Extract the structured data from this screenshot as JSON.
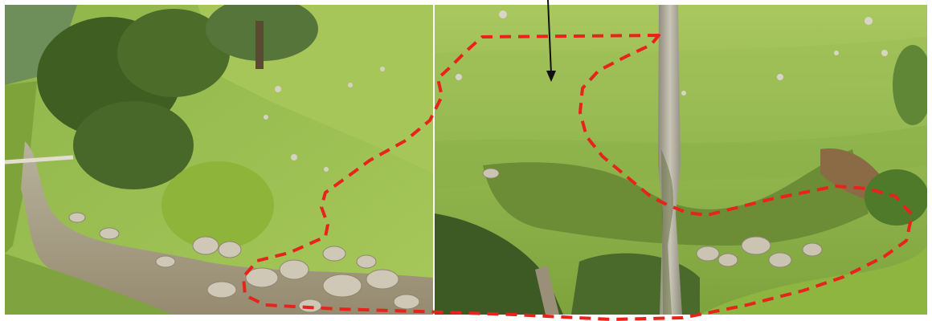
{
  "photos": [
    {
      "subject": "left-photo-stream-valley"
    },
    {
      "subject": "right-photo-landslide-slope"
    }
  ],
  "colors": {
    "outline": "#e8231c",
    "arrow": "#111111",
    "grass_light": "#9cc24a",
    "grass_mid": "#6f9a35",
    "foliage_dark": "#3f5f22",
    "rock": "#c9c2b2",
    "water": "#a89f8a",
    "trunk": "#b9b5a6"
  },
  "icons": {
    "outline": "dashed-boundary-outline",
    "arrow": "down-arrow-icon"
  }
}
